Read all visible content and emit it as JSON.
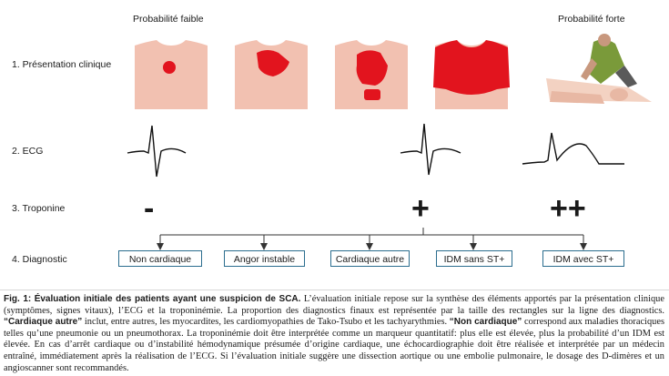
{
  "header": {
    "prob_low": "Probabilité faible",
    "prob_high": "Probabilité forte"
  },
  "rows": {
    "clinical": "1. Présentation clinique",
    "ecg": "2. ECG",
    "troponin": "3. Troponine",
    "diagnosis": "4. Diagnostic"
  },
  "troponin_signs": {
    "negative": "-",
    "positive": "+",
    "strong_positive": "++"
  },
  "diagnostics": [
    "Non cardiaque",
    "Angor instable",
    "Cardiaque autre",
    "IDM sans ST+",
    "IDM avec ST+"
  ],
  "colors": {
    "skin": "#f2c1b1",
    "pain": "#e2141e",
    "box_border": "#2b6d8e",
    "arrow": "#333333"
  },
  "caption": {
    "fig_label": "Fig. 1:",
    "fig_title": "Évaluation initiale des patients ayant une suspicion de SCA.",
    "text1": " L’évaluation initiale repose sur la synthèse des éléments apportés par la présentation clinique (symptômes, signes vitaux), l’ECG et la troponinémie. La proportion des diagnostics finaux est représentée par la taille des rectangles sur la ligne des diagnostics. ",
    "term1": "“Cardiaque autre”",
    "text2": " inclut, entre autres, les myocardites, les cardiomyopathies de Tako-Tsubo et les tachyarythmies. ",
    "term2": "“Non cardiaque”",
    "text3": " correspond aux maladies thoraciques telles qu’une pneumonie ou un pneumothorax. La troponinémie doit être interprétée comme un marqueur quantitatif: plus elle est élevée, plus la probabilité d’un IDM est élevée. En cas d’arrêt cardiaque ou d’instabilité hémodynamique présumée d’origine cardiaque, une échocardiographie doit être réalisée et interprétée par un médecin entraîné, immédiatement après la réalisation de l’ECG. Si l’évaluation initiale suggère une dissection aortique ou une embolie pulmonaire, le dosage des D-dimères et un angioscanner sont recommandés."
  }
}
